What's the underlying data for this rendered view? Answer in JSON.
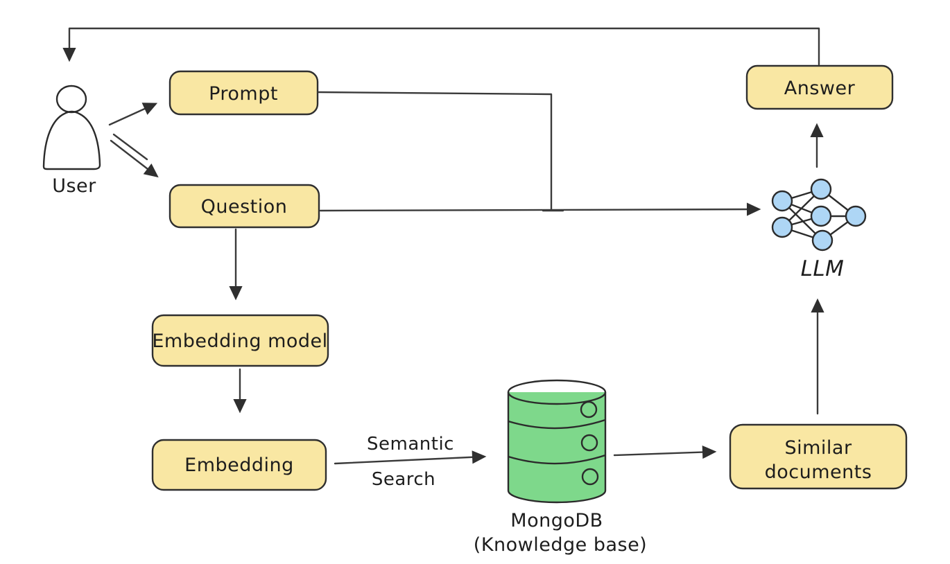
{
  "diagram": {
    "type": "flowchart",
    "colors": {
      "box_fill": "#f9e7a3",
      "box_stroke": "#2f2f2f",
      "database_fill": "#7ed88b",
      "llm_node_fill": "#aed6f5",
      "connector": "#3a3a3a",
      "background": "#ffffff"
    },
    "nodes": {
      "user": {
        "label": "User"
      },
      "prompt": {
        "label": "Prompt"
      },
      "question": {
        "label": "Question"
      },
      "embedding_model": {
        "label": "Embedding model"
      },
      "embedding": {
        "label": "Embedding"
      },
      "mongodb": {
        "label": "MongoDB",
        "sublabel": "(Knowledge base)"
      },
      "similar_documents": {
        "line1": "Similar",
        "line2": "documents"
      },
      "llm": {
        "label": "LLM"
      },
      "answer": {
        "label": "Answer"
      }
    },
    "edge_labels": {
      "semantic_search": {
        "line1": "Semantic",
        "line2": "Search"
      }
    },
    "edges": [
      "user -> prompt",
      "user -> question",
      "prompt -> llm",
      "question -> llm",
      "question -> embedding_model",
      "embedding_model -> embedding",
      "embedding -> mongodb (Semantic Search)",
      "mongodb -> similar_documents",
      "similar_documents -> llm",
      "llm -> answer",
      "answer -> user"
    ]
  }
}
